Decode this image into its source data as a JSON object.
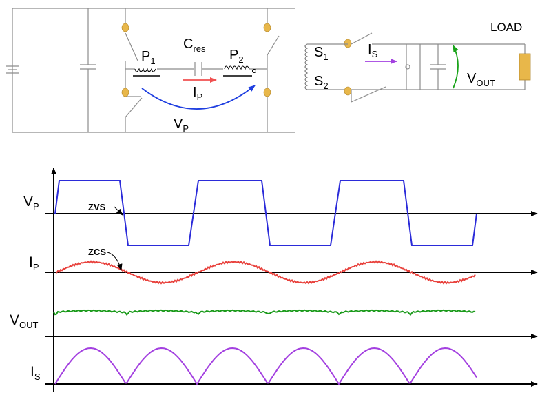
{
  "circuit": {
    "load_label": "LOAD",
    "p1": {
      "base": "P",
      "sub": "1"
    },
    "p2": {
      "base": "P",
      "sub": "2"
    },
    "cres": {
      "base": "C",
      "sub": "res"
    },
    "ip": {
      "base": "I",
      "sub": "P"
    },
    "vp": {
      "base": "V",
      "sub": "P"
    },
    "s1": {
      "base": "S",
      "sub": "1"
    },
    "s2": {
      "base": "S",
      "sub": "2"
    },
    "is": {
      "base": "I",
      "sub": "S"
    },
    "vout": {
      "base": "V",
      "sub": "OUT"
    }
  },
  "waveforms": {
    "vp_label": {
      "base": "V",
      "sub": "P"
    },
    "ip_label": {
      "base": "I",
      "sub": "P"
    },
    "vout_label": {
      "base": "V",
      "sub": "OUT"
    },
    "is_label": {
      "base": "I",
      "sub": "S"
    },
    "zvs_label": "ZVS",
    "zcs_label": "ZCS"
  },
  "colors": {
    "vp_wave": "#2b2bd9",
    "ip_wave": "#e8413c",
    "vout_wave": "#1a9a1a",
    "is_wave": "#a340e0",
    "ip_arrow": "#f05050",
    "vp_arrow": "#1f3fe0",
    "is_arrow": "#a340e0",
    "vout_arrow": "#1aa31a",
    "load": "#e8b74a",
    "pad": "#e8b74a",
    "wire": "#8c8c8c"
  }
}
